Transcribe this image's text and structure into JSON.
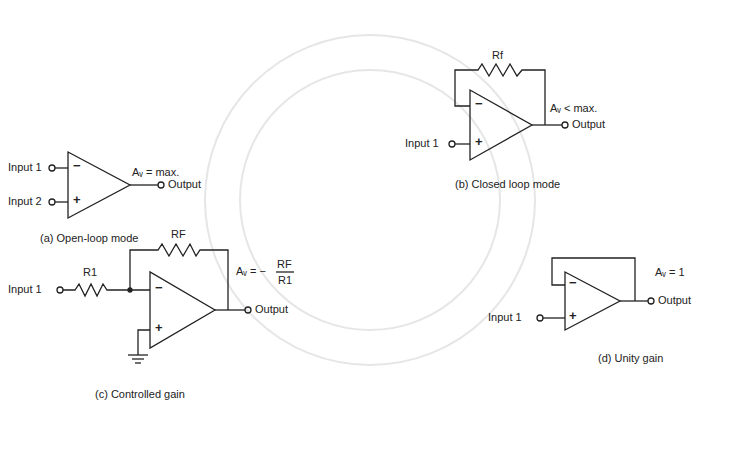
{
  "diagram": {
    "labels": [
      "Input 1",
      "Input 2",
      "−",
      "+",
      "Aᵥ = max.",
      "Output",
      "(a) Open-loop mode",
      "Rf",
      "−",
      "+",
      "Aᵥ < max.",
      "Input 1",
      "Output",
      "(b) Closed loop mode",
      "R1",
      "RF",
      "−",
      "+",
      "Input 1",
      "Aᵥ = −",
      "RF",
      "R1",
      "Output",
      "(c) Controlled gain",
      "−",
      "+",
      "Input 1",
      "Aᵥ = 1",
      "Output",
      "(d) Unity gain"
    ]
  }
}
